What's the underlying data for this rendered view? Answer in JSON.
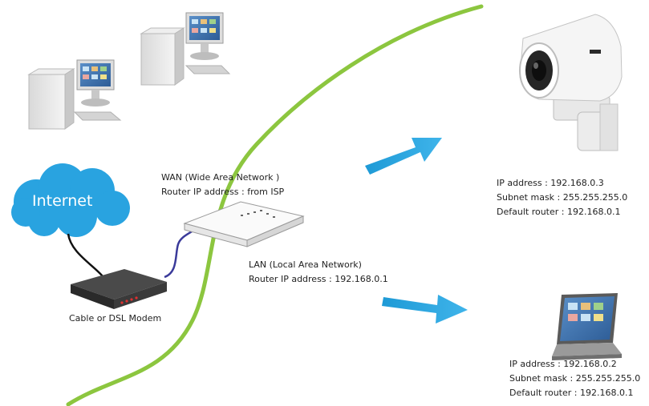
{
  "cloud": {
    "label": "Internet"
  },
  "modem": {
    "label": "Cable or DSL Modem"
  },
  "wan": {
    "title": "WAN (Wide Area Network )",
    "router_ip": "Router IP address : from ISP"
  },
  "lan": {
    "title": "LAN (Local Area Network)",
    "router_ip": "Router IP address : 192.168.0.1"
  },
  "camera": {
    "ip": "IP address : 192.168.0.3",
    "subnet": "Subnet mask : 255.255.255.0",
    "router": "Default router : 192.168.0.1"
  },
  "laptop": {
    "ip": "IP address : 192.168.0.2",
    "subnet": "Subnet mask : 255.255.255.0",
    "router": "Default router : 192.168.0.1"
  },
  "colors": {
    "boundary_line": "#8cc63f",
    "arrow": "#1e9ad6",
    "cloud": "#29a3e0",
    "cable_blue": "#3a3a9a"
  },
  "icons": [
    "desktop-computer-icon",
    "internet-cloud-icon",
    "modem-icon",
    "router-icon",
    "ip-camera-icon",
    "laptop-icon",
    "arrow-icon"
  ]
}
